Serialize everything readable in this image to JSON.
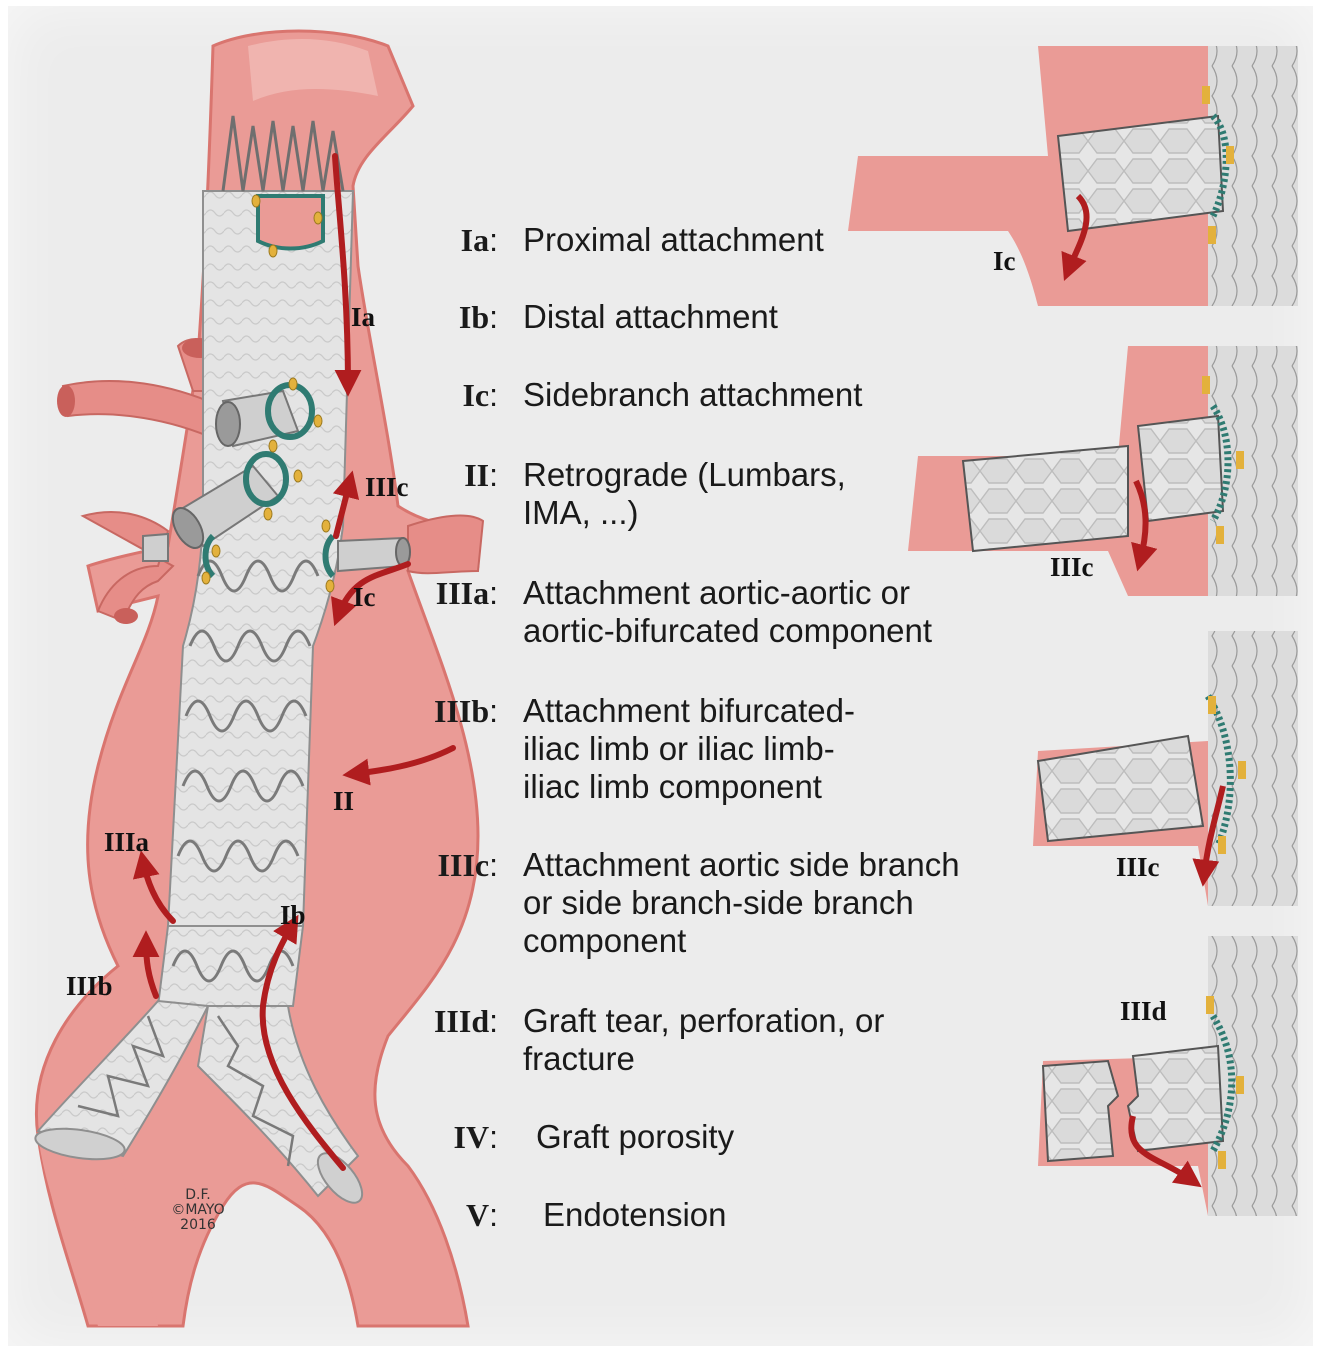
{
  "colors": {
    "vessel": "#ea9b96",
    "vessel_dark": "#d9756f",
    "vessel_light": "#f4c4bf",
    "graft": "#e2e2e2",
    "stent_wire": "#6f6f6f",
    "leak_arrow": "#b01d1f",
    "anchor": "#e3b13c",
    "seal_ring": "#2f7b72",
    "background": "#ececec"
  },
  "legend": [
    {
      "code": "Ia",
      "text": "Proximal attachment"
    },
    {
      "code": "Ib",
      "text": "Distal attachment"
    },
    {
      "code": "Ic",
      "text": "Sidebranch attachment"
    },
    {
      "code": "II",
      "text": "Retrograde (Lumbars,\nIMA, ...)"
    },
    {
      "code": "IIIa",
      "text": "Attachment aortic-aortic or\naortic-bifurcated component"
    },
    {
      "code": "IIIb",
      "text": "Attachment bifurcated-\niliac limb or iliac limb-\niliac limb component"
    },
    {
      "code": "IIIc",
      "text": "Attachment aortic side branch\nor side branch-side branch\ncomponent"
    },
    {
      "code": "IIId",
      "text": "Graft tear, perforation, or\nfracture"
    },
    {
      "code": "IV",
      "text": "Graft porosity"
    },
    {
      "code": "V",
      "text": "Endotension"
    }
  ],
  "diagram_labels": {
    "ia": "Ia",
    "iiic": "IIIc",
    "ic": "Ic",
    "ii": "II",
    "iiia": "IIIa",
    "ib": "Ib",
    "iiib": "IIIb"
  },
  "detail_labels": {
    "panel1": "Ic",
    "panel2": "IIIc",
    "panel3": "IIIc",
    "panel4": "IIId"
  },
  "signature": "D.F.\n©MAYO\n2016"
}
